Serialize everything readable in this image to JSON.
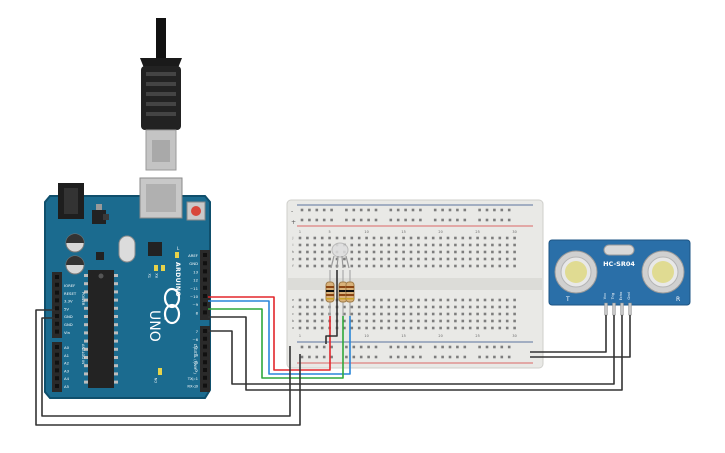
{
  "arduino": {
    "brand": "ARDUINO",
    "model": "UNO",
    "power_header_label": "POWER",
    "analog_header_label": "ANALOG IN",
    "digital_header_label": "DIGITAL (PWM~)",
    "on_label": "ON",
    "tx_led_label": "TX",
    "rx_led_label": "RX",
    "l_led_label": "L",
    "top_pin_labels": [
      "AREF",
      "GND",
      "13",
      "12",
      "~11",
      "~10",
      "~9",
      "8"
    ],
    "lower_pin_labels": [
      "7",
      "~6",
      "~5",
      "4",
      "~3",
      "2",
      "TX▷1",
      "RX◁0"
    ],
    "power_pin_labels": [
      "IOREF",
      "RESET",
      "3.3V",
      "5V",
      "GND",
      "GND",
      "Vin"
    ],
    "analog_pin_labels": [
      "A0",
      "A1",
      "A2",
      "A3",
      "A4",
      "A5"
    ]
  },
  "sensor": {
    "model": "HC-SR04",
    "pin_labels": [
      "Vcc",
      "Trig",
      "Echo",
      "Gnd"
    ],
    "left_label": "T",
    "right_label": "R"
  },
  "breadboard": {
    "column_numbers": [
      "1",
      "5",
      "10",
      "15",
      "20",
      "25",
      "30"
    ],
    "row_letters": [
      "a",
      "b",
      "c",
      "d",
      "e",
      "f",
      "g",
      "h",
      "i",
      "j"
    ],
    "rail_plus": "+",
    "rail_minus": "-"
  },
  "colors": {
    "board_blue": "#1b6b8f",
    "board_edge": "#0f4f6c",
    "wire_red": "#e3262b",
    "wire_green": "#2fa83a",
    "wire_blue": "#2a86d8",
    "wire_black": "#333333",
    "breadboard": "#e9e9e6"
  }
}
